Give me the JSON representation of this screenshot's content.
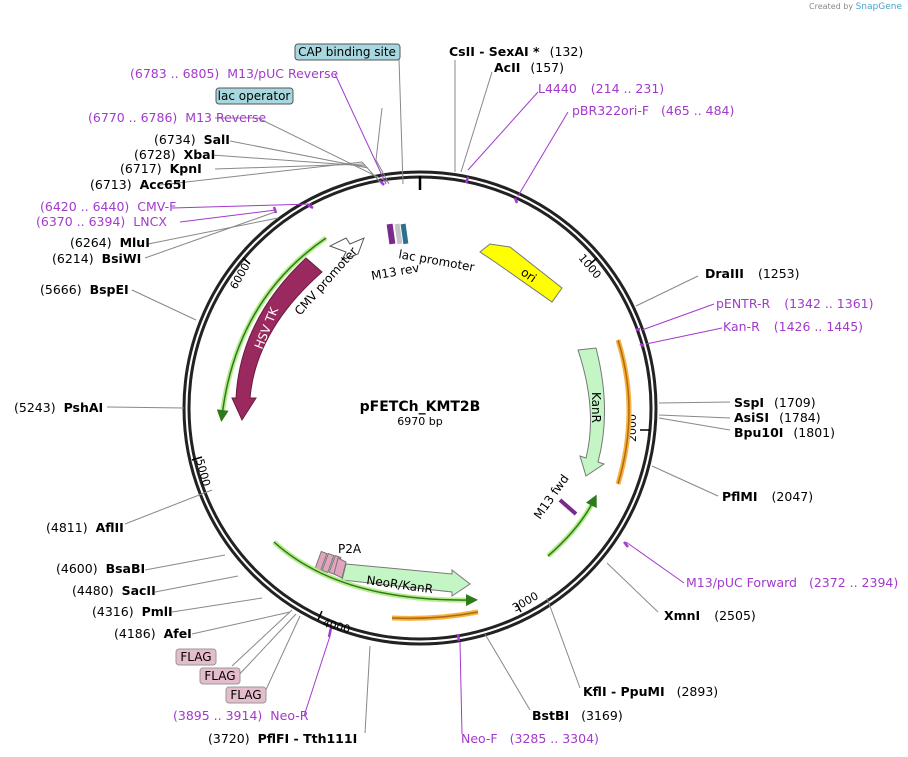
{
  "credit": {
    "prefix": "Created by",
    "brand": "SnapGene"
  },
  "plasmid": {
    "name": "pFETCh_KMT2B",
    "size": "6970 bp"
  },
  "ticks": [
    "1000",
    "2000",
    "3000",
    "4000",
    "5000",
    "6000"
  ],
  "enzymes": {
    "csii_sexai": {
      "name": "CsII - SexAI *",
      "pos": "(132)"
    },
    "acii": {
      "name": "AcII",
      "pos": "(157)"
    },
    "draiii": {
      "name": "DraIII",
      "pos": "(1253)"
    },
    "sspi": {
      "name": "SspI",
      "pos": "(1709)"
    },
    "asisi": {
      "name": "AsiSI",
      "pos": "(1784)"
    },
    "bpu10i": {
      "name": "Bpu10I",
      "pos": "(1801)"
    },
    "pflmi": {
      "name": "PflMI",
      "pos": "(2047)"
    },
    "xmni": {
      "name": "XmnI",
      "pos": "(2505)"
    },
    "kfli_ppumi": {
      "name": "KflI - PpuMI",
      "pos": "(2893)"
    },
    "bstbi": {
      "name": "BstBI",
      "pos": "(3169)"
    },
    "pflfi_tth": {
      "name": "PflFI - Tth111I",
      "pos": "(3720)"
    },
    "afei": {
      "name": "AfeI",
      "pos": "(4186)"
    },
    "pmli": {
      "name": "PmlI",
      "pos": "(4316)"
    },
    "sacii": {
      "name": "SacII",
      "pos": "(4480)"
    },
    "bsabi": {
      "name": "BsaBI",
      "pos": "(4600)"
    },
    "aflii": {
      "name": "AflII",
      "pos": "(4811)"
    },
    "pshai": {
      "name": "PshAI",
      "pos": "(5243)"
    },
    "bspei": {
      "name": "BspEI",
      "pos": "(5666)"
    },
    "bsiwi": {
      "name": "BsiWI",
      "pos": "(6214)"
    },
    "mlui": {
      "name": "MluI",
      "pos": "(6264)"
    },
    "acc65i": {
      "name": "Acc65I",
      "pos": "(6713)"
    },
    "kpni": {
      "name": "KpnI",
      "pos": "(6717)"
    },
    "xbai": {
      "name": "XbaI",
      "pos": "(6728)"
    },
    "sali": {
      "name": "SalI",
      "pos": "(6734)"
    }
  },
  "primers": {
    "l4440": {
      "name": "L4440",
      "range": "(214 .. 231)"
    },
    "pbr322": {
      "name": "pBR322ori-F",
      "range": "(465 .. 484)"
    },
    "pentr": {
      "name": "pENTR-R",
      "range": "(1342 .. 1361)"
    },
    "kanr_p": {
      "name": "Kan-R",
      "range": "(1426 .. 1445)"
    },
    "m13puc_fwd": {
      "name": "M13/pUC Forward",
      "range": "(2372 .. 2394)"
    },
    "neof": {
      "name": "Neo-F",
      "range": "(3285 .. 3304)"
    },
    "neor": {
      "name": "Neo-R",
      "range": "(3895 .. 3914)"
    },
    "lncx": {
      "name": "LNCX",
      "range": "(6370 .. 6394)"
    },
    "cmvf": {
      "name": "CMV-F",
      "range": "(6420 .. 6440)"
    },
    "m13rev": {
      "name": "M13 Reverse",
      "range": "(6770 .. 6786)"
    },
    "m13puc_rev": {
      "name": "M13/pUC Reverse",
      "range": "(6783 .. 6805)"
    }
  },
  "boxed": {
    "cap": "CAP binding site",
    "lacop": "lac operator",
    "flag": "FLAG"
  },
  "features": {
    "ori": "ori",
    "kanr": "KanR",
    "neor": "NeoR/KanR",
    "p2a": "P2A",
    "hsvtk": "HSV TK",
    "cmv": "CMV promoter",
    "lac": "lac promoter",
    "m13rev": "M13 rev",
    "m13fwd": "M13 fwd"
  },
  "colors": {
    "primer": "#a23acb",
    "ori": "#ffff00",
    "kan": "#c4f5c4",
    "hsvtk": "#99295f",
    "orange": "#f6b13f",
    "green": "#5ec33a"
  }
}
